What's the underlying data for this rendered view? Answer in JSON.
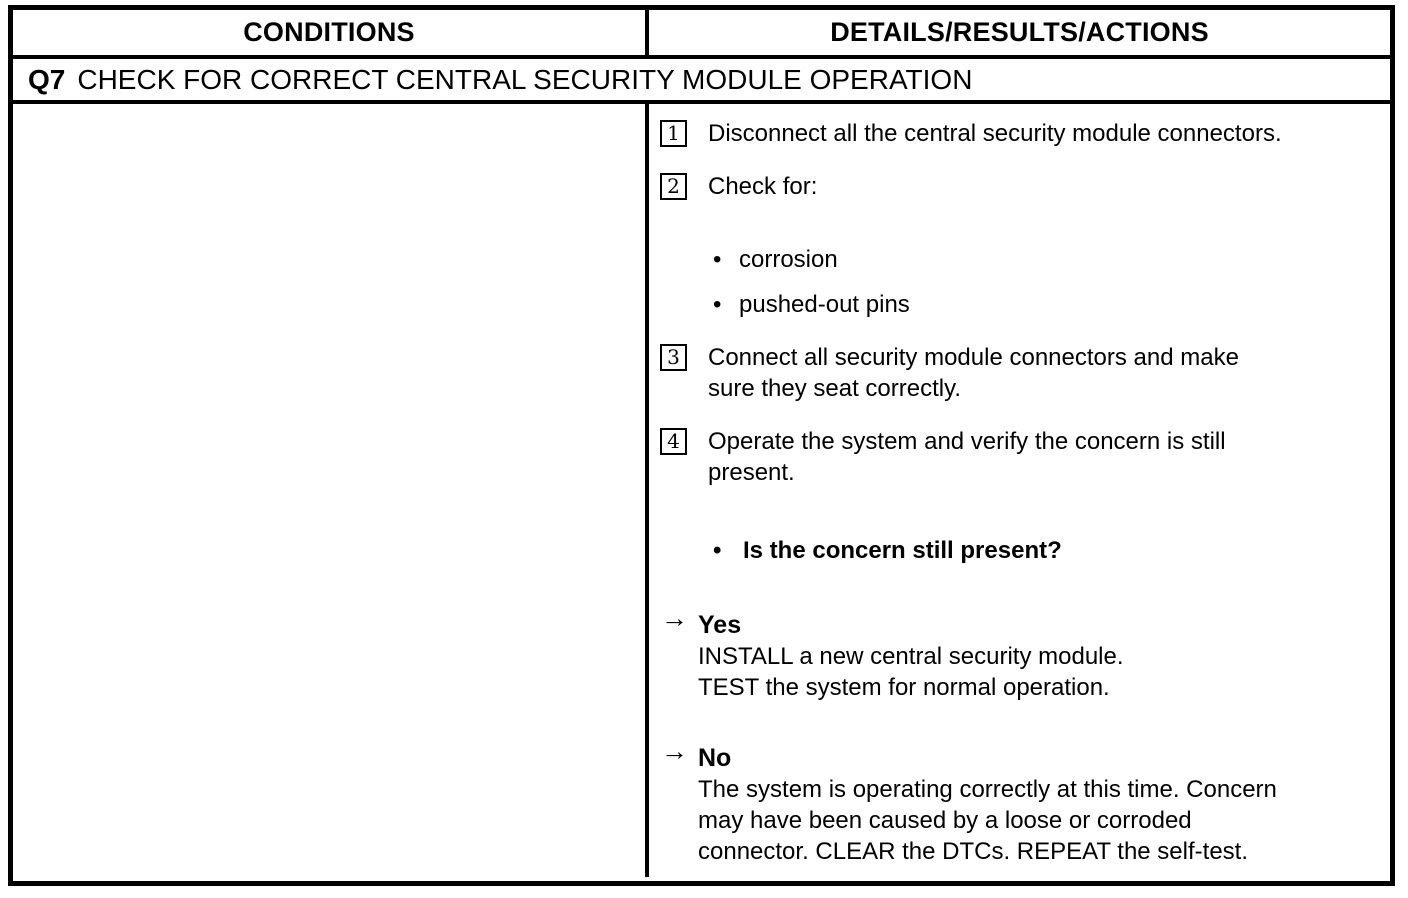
{
  "table": {
    "header": {
      "conditions": "CONDITIONS",
      "details": "DETAILS/RESULTS/ACTIONS"
    },
    "question": {
      "id": "Q7",
      "title": "CHECK FOR CORRECT CENTRAL SECURITY MODULE OPERATION"
    },
    "marker": {
      "bullet": "•",
      "arrow": "→"
    },
    "steps": [
      {
        "num": "1",
        "lines": [
          "Disconnect all the central security module connectors."
        ]
      },
      {
        "num": "2",
        "lines": [
          "Check for:"
        ]
      },
      {
        "num": "3",
        "lines": [
          "Connect all security module connectors and make",
          "sure they seat correctly."
        ]
      },
      {
        "num": "4",
        "lines": [
          "Operate the system and verify the concern is still",
          "present."
        ]
      }
    ],
    "check_items": [
      "corrosion",
      "pushed-out pins"
    ],
    "decision_question": "Is the concern still present?",
    "results": [
      {
        "label": "Yes",
        "lines": [
          "INSTALL a new central security module.",
          "TEST the system for normal operation."
        ]
      },
      {
        "label": "No",
        "lines": [
          "The system is operating correctly at this time. Concern",
          "may have been caused by a loose or corroded",
          "connector. CLEAR the DTCs. REPEAT the self-test."
        ]
      }
    ]
  }
}
